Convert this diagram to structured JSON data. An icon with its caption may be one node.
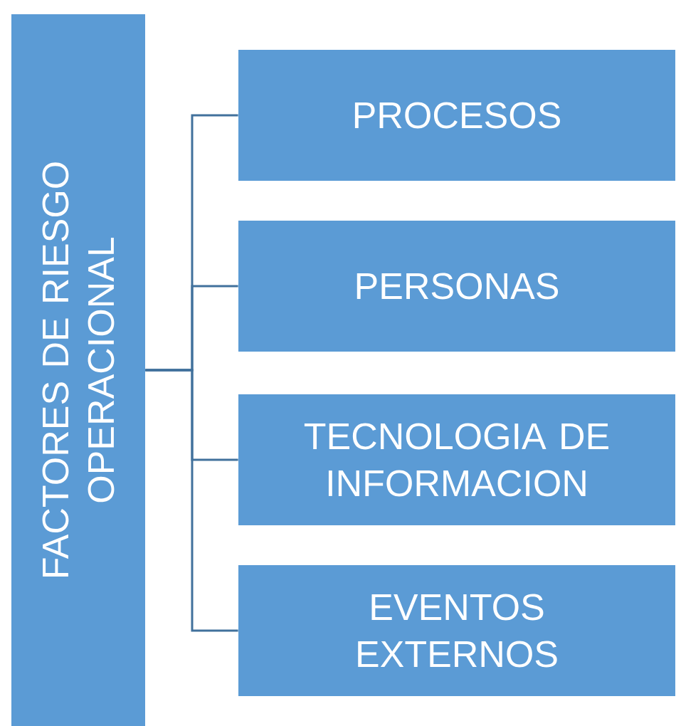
{
  "diagram": {
    "nodes": [
      {
        "text": [
          "FACTORES DE RIESGO OPERACIONAL"
        ]
      },
      {
        "text": [
          "PROCESOS"
        ]
      },
      {
        "text": [
          "PERSONAS"
        ]
      },
      {
        "text": [
          "TECNOLOGIA DE INFORMACION"
        ]
      },
      {
        "text": [
          "EVENTOS EXTERNOS"
        ]
      }
    ],
    "edges": [
      {
        "from": 0,
        "to": 1,
        "arrow": "none"
      },
      {
        "from": 0,
        "to": 2,
        "arrow": "none"
      },
      {
        "from": 0,
        "to": 3,
        "arrow": "none"
      },
      {
        "from": 0,
        "to": 4,
        "arrow": "none"
      }
    ]
  }
}
